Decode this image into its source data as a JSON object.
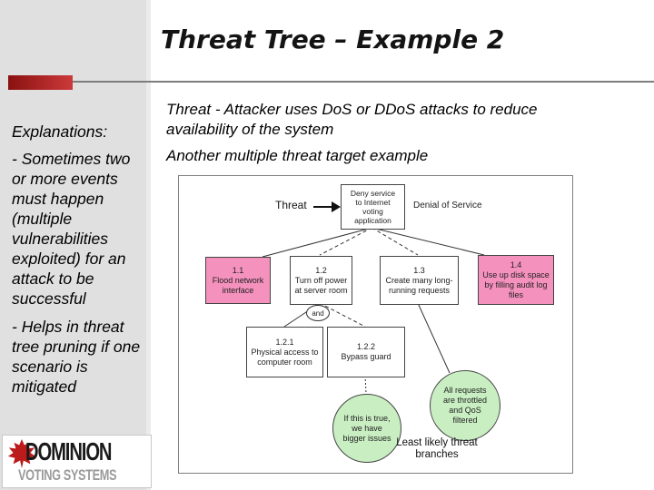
{
  "slide": {
    "title": "Threat Tree – Example 2",
    "accent_red_dark": "#8a1111",
    "accent_red_light": "#cc3a3a",
    "sidebar_gray": "#e0e0e0",
    "rule_gray": "#7d7d7d"
  },
  "sidebar": {
    "heading": "Explanations:",
    "bullet1": "- Sometimes two\nor more events\nmust happen\n(multiple\nvulnerabilities\nexploited) for an\nattack to be\nsuccessful",
    "bullet2": "- Helps in threat\ntree pruning if one\nscenario is\nmitigated"
  },
  "logo": {
    "name": "DOMINION",
    "subtitle": "VOTING SYSTEMS",
    "leaf_icon": "maple-leaf-icon",
    "leaf_color": "#bb1b1b",
    "subtitle_color": "#9a9a9a"
  },
  "body": {
    "threat_line": "Threat - Attacker uses DoS or DDoS attacks to reduce\navailability of the system",
    "subtitle": "Another multiple threat target example"
  },
  "diagram": {
    "threat_label": "Threat",
    "root": "Deny service\nto Internet\nvoting\napplication",
    "root_caption": "Denial of Service",
    "and_label": "and",
    "nodes": {
      "n11": "1.1\nFlood network\ninterface",
      "n12": "1.2\nTurn off power\nat server room",
      "n13": "1.3\nCreate many long-\nrunning requests",
      "n14": "1.4\nUse up disk space\nby filling audit log\nfiles",
      "n121": "1.2.1\nPhysical access to\ncomputer room",
      "n122": "1.2.2\nBypass guard"
    },
    "leaf1": "If this is true,\nwe have\nbigger issues",
    "leaf2": "All requests\nare throttled\nand QoS\nfiltered",
    "caption": "Least likely threat\nbranches",
    "colors": {
      "pink": "#f591bd",
      "green": "#c8eec2",
      "border": "#444444"
    }
  }
}
